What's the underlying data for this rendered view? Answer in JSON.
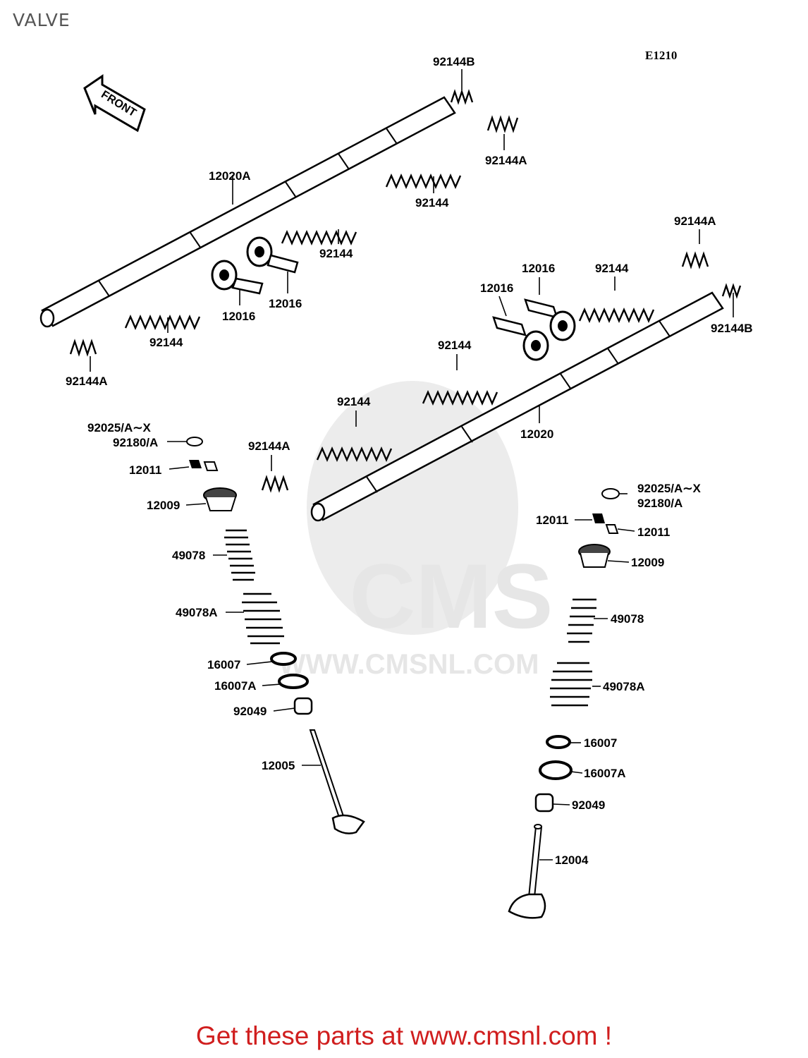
{
  "page": {
    "title": "VALVE"
  },
  "diagram_code": "E1210",
  "front_marker": "FRONT",
  "watermark": {
    "brand": "CMS",
    "url": "WWW.CMSNL.COM"
  },
  "labels": {
    "shaft_left": "12020A",
    "shaft_right": "12020",
    "spring_b_top": "92144B",
    "spring_a_top": "92144A",
    "spring_top_1": "92144",
    "spring_top_2": "92144",
    "rocker_left_1": "12016",
    "rocker_left_2": "12016",
    "spring_left_low": "92144",
    "spring_a_left": "92144A",
    "spring_a_right": "92144A",
    "spring_right_upper": "92144",
    "rocker_right_1": "12016",
    "rocker_right_2": "12016",
    "spring_b_right": "92144B",
    "spring_mid_1": "92144",
    "spring_mid_2": "92144",
    "spring_a_mid": "92144A",
    "shim_left": "92025/A∼X",
    "shim_left_alt": "92180/A",
    "cotter_left": "12011",
    "retainer_left": "12009",
    "inner_spring_left": "49078",
    "outer_spring_left": "49078A",
    "seat_left": "16007",
    "seat_a_left": "16007A",
    "seal_left": "92049",
    "valve_exhaust": "12005",
    "shim_right": "92025/A∼X",
    "shim_right_alt": "92180/A",
    "cotter_right_1": "12011",
    "cotter_right_2": "12011",
    "retainer_right": "12009",
    "inner_spring_right": "49078",
    "outer_spring_right": "49078A",
    "seat_right": "16007",
    "seat_a_right": "16007A",
    "seal_right": "92049",
    "valve_intake": "12004"
  },
  "footer": {
    "text": "Get these parts at www.cmsnl.com !"
  }
}
